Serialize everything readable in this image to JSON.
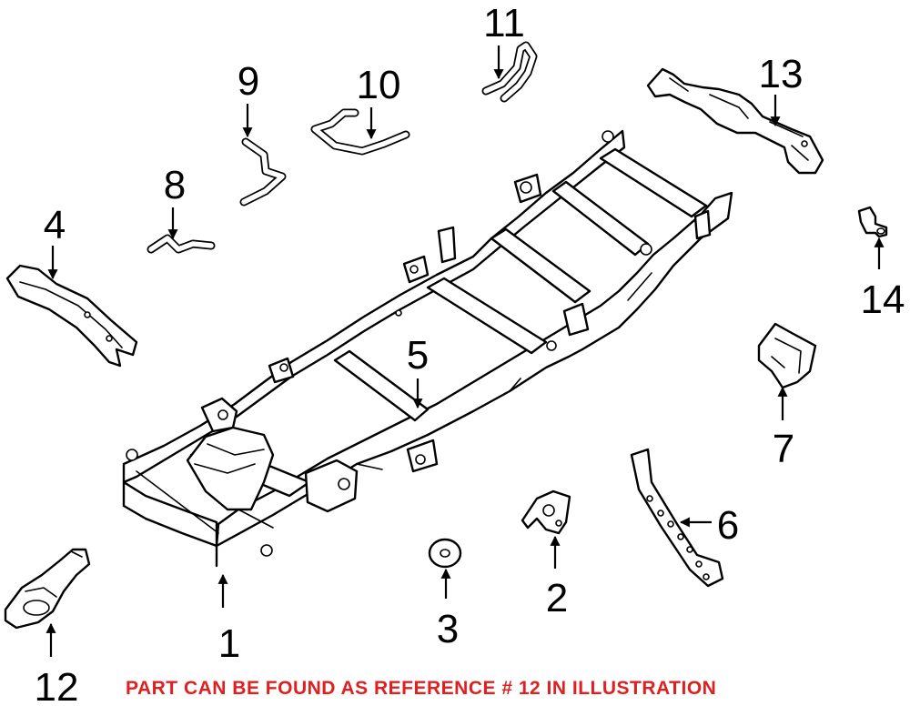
{
  "callouts": {
    "c1": "1",
    "c2": "2",
    "c3": "3",
    "c4": "4",
    "c5": "5",
    "c6": "6",
    "c7": "7",
    "c8": "8",
    "c9": "9",
    "c10": "10",
    "c11": "11",
    "c12": "12",
    "c13": "13",
    "c14": "14"
  },
  "note": "PART CAN BE FOUND AS REFERENCE # 12 IN ILLUSTRATION",
  "colors": {
    "note": "#e02020",
    "lines": "#000000",
    "background": "#ffffff"
  }
}
